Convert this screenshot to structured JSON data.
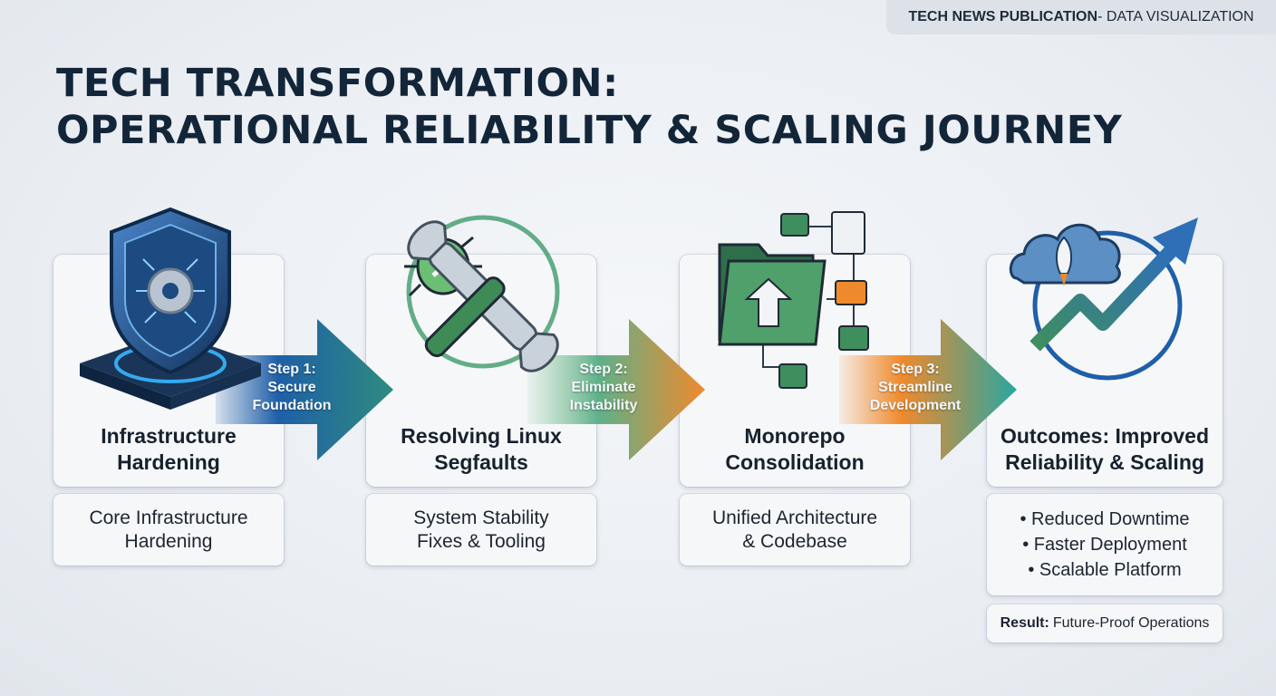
{
  "header": {
    "tag_bold": "TECH NEWS PUBLICATION",
    "tag_rest": " - DATA VISUALIZATION"
  },
  "title": {
    "line1": "TECH TRANSFORMATION:",
    "line2": "OPERATIONAL RELIABILITY & SCALING JOURNEY"
  },
  "stages": [
    {
      "icon": "shield-gear-icon",
      "title_line1": "Infrastructure",
      "title_line2": "Hardening",
      "desc_line1": "Core Infrastructure",
      "desc_line2": "Hardening"
    },
    {
      "icon": "bug-wrench-icon",
      "title_line1": "Resolving Linux",
      "title_line2": "Segfaults",
      "desc_line1": "System Stability",
      "desc_line2": "Fixes & Tooling"
    },
    {
      "icon": "folder-network-icon",
      "title_line1": "Monorepo",
      "title_line2": "Consolidation",
      "desc_line1": "Unified Architecture",
      "desc_line2": "& Codebase"
    },
    {
      "icon": "cloud-rocket-growth-icon",
      "title_line1": "Outcomes: Improved",
      "title_line2": "Reliability & Scaling",
      "bullets": [
        "• Reduced Downtime",
        "• Faster Deployment",
        "• Scalable Platform"
      ]
    }
  ],
  "steps": [
    {
      "line1": "Step 1:",
      "line2": "Secure",
      "line3": "Foundation",
      "from": "#1f5fa8",
      "to": "#2e8b7e"
    },
    {
      "line1": "Step 2:",
      "line2": "Eliminate",
      "line3": "Instability",
      "from": "#5fb08a",
      "to": "#ef8a2c"
    },
    {
      "line1": "Step 3:",
      "line2": "Streamline",
      "line3": "Development",
      "from": "#ef8a2c",
      "to": "#2aa6a0"
    }
  ],
  "result": {
    "label": "Result:",
    "value": "Future-Proof Operations"
  },
  "colors": {
    "navy": "#132639",
    "blue": "#1f5fa8",
    "green": "#3f8f5e",
    "orange": "#ef8a2c",
    "teal": "#2aa6a0"
  }
}
